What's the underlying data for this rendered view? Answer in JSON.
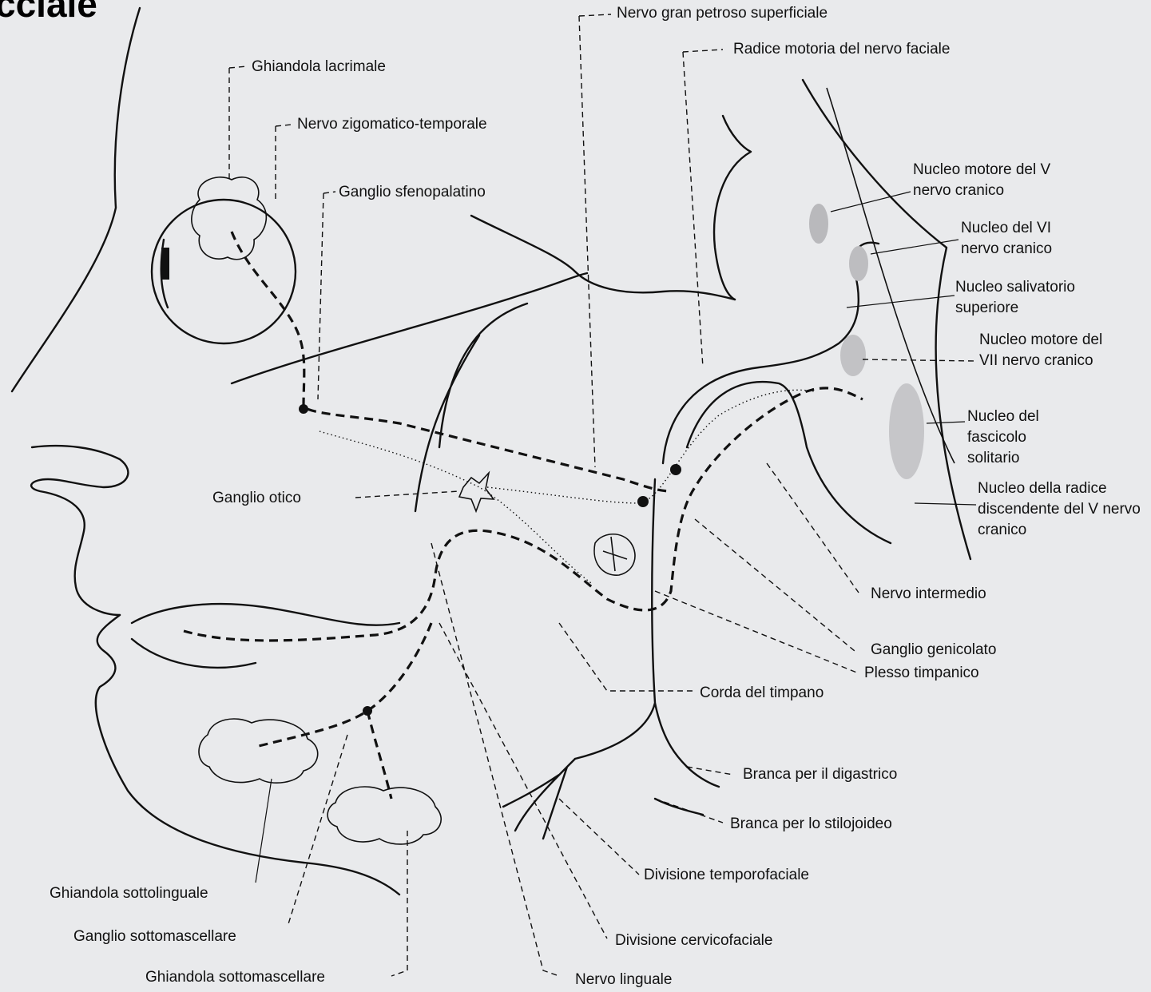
{
  "title": "cciale",
  "labels": {
    "gran_petroso": "Nervo gran petroso superficiale",
    "radice_motoria": "Radice motoria del nervo faciale",
    "ghiandola_lacrimale": "Ghiandola lacrimale",
    "zigomatico": "Nervo zigomatico-temporale",
    "sfenopalatino": "Ganglio sfenopalatino",
    "nucleo_motore_v": "Nucleo motore del V nervo cranico",
    "nucleo_vi": "Nucleo del VI nervo cranico",
    "salivatorio": "Nucleo salivatorio superiore",
    "nucleo_motore_vii": "Nucleo motore del VII nervo cranico",
    "fascicolo": "Nucleo del fascicolo solitario",
    "radice_discendente": "Nucleo della radice discendente del V nervo cranico",
    "ganglio_otico": "Ganglio otico",
    "intermedio": "Nervo intermedio",
    "genicolato": "Ganglio genicolato",
    "plesso": "Plesso timpanico",
    "corda": "Corda del timpano",
    "digastrico": "Branca per il digastrico",
    "stilojoideo": "Branca per lo stilojoideo",
    "temporofaciale": "Divisione temporofaciale",
    "cervicofaciale": "Divisione cervicofaciale",
    "linguale": "Nervo linguale",
    "sottolinguale": "Ghiandola sottolinguale",
    "ganglio_sottomascellare": "Ganglio sottomascellare",
    "ghiandola_sottomascellare": "Ghiandola sottomascellare"
  }
}
